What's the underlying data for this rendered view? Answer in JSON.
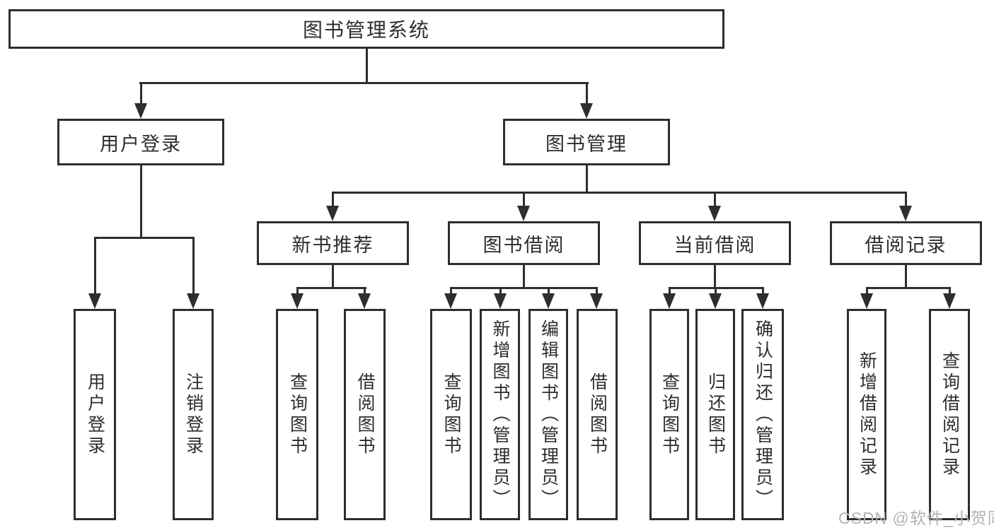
{
  "colors": {
    "line": "#2e2e2e",
    "text": "#2d2d2d",
    "background": "#ffffff",
    "watermark": "#b3b3b3"
  },
  "watermark": {
    "text": "CSDN @软件_小贺同学"
  },
  "tree": {
    "root": {
      "label": "图书管理系统"
    },
    "children": [
      {
        "label": "用户登录",
        "children": [
          {
            "label": "用户登录"
          },
          {
            "label": "注销登录"
          }
        ]
      },
      {
        "label": "图书管理",
        "children": [
          {
            "label": "新书推荐",
            "children": [
              {
                "label": "查询图书"
              },
              {
                "label": "借阅图书"
              }
            ]
          },
          {
            "label": "图书借阅",
            "children": [
              {
                "label": "查询图书"
              },
              {
                "label": "新增图书（管理员）"
              },
              {
                "label": "编辑图书（管理员）"
              },
              {
                "label": "借阅图书"
              }
            ]
          },
          {
            "label": "当前借阅",
            "children": [
              {
                "label": "查询图书"
              },
              {
                "label": "归还图书"
              },
              {
                "label": "确认归还（管理员）"
              }
            ]
          },
          {
            "label": "借阅记录",
            "children": [
              {
                "label": "新增借阅记录"
              },
              {
                "label": "查询借阅记录"
              }
            ]
          }
        ]
      }
    ]
  }
}
